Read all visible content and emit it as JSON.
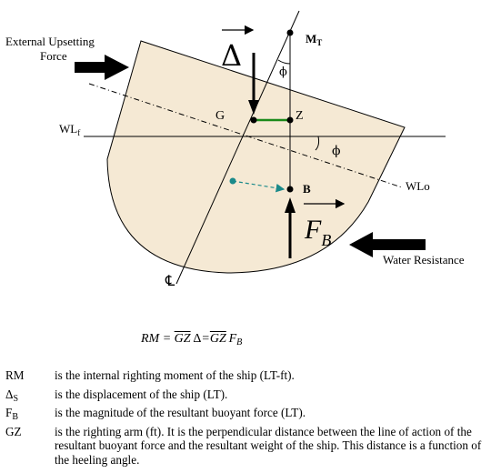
{
  "labels": {
    "external_force": [
      "External Upsetting",
      "Force"
    ],
    "water_resistance": "Water Resistance",
    "mt": "M",
    "mt_sub": "T",
    "phi": "ϕ",
    "g": "G",
    "z": "Z",
    "b": "B",
    "wlf": "WL",
    "wlf_sub": "f",
    "wlo": "WLo",
    "delta": "Δ",
    "fb": "F",
    "fb_sub": "B",
    "centerline": "℄"
  },
  "equation": {
    "lhs": "RM = ",
    "gz": "GZ",
    "delta": "Δ",
    "eq2": "=",
    "f": "F",
    "f_sub": "B"
  },
  "definitions": [
    {
      "sym": "RM",
      "sub": "",
      "text": "is the internal righting moment of the ship (LT-ft)."
    },
    {
      "sym": "Δ",
      "sub": "S",
      "text": "is the displacement of the ship (LT)."
    },
    {
      "sym": "F",
      "sub": "B",
      "text": "is the magnitude of the resultant buoyant force (LT)."
    },
    {
      "sym": "GZ",
      "sub": "",
      "text": "is the righting arm (ft). It is the perpendicular distance between the line of action of the resultant buoyant force and the resultant weight of the ship. This distance is a function of the heeling angle."
    }
  ],
  "colors": {
    "hull_fill": "#f5e9d4",
    "gz_line": "#1a8a1a",
    "buoyancy_shift": "#1a8a8a"
  }
}
